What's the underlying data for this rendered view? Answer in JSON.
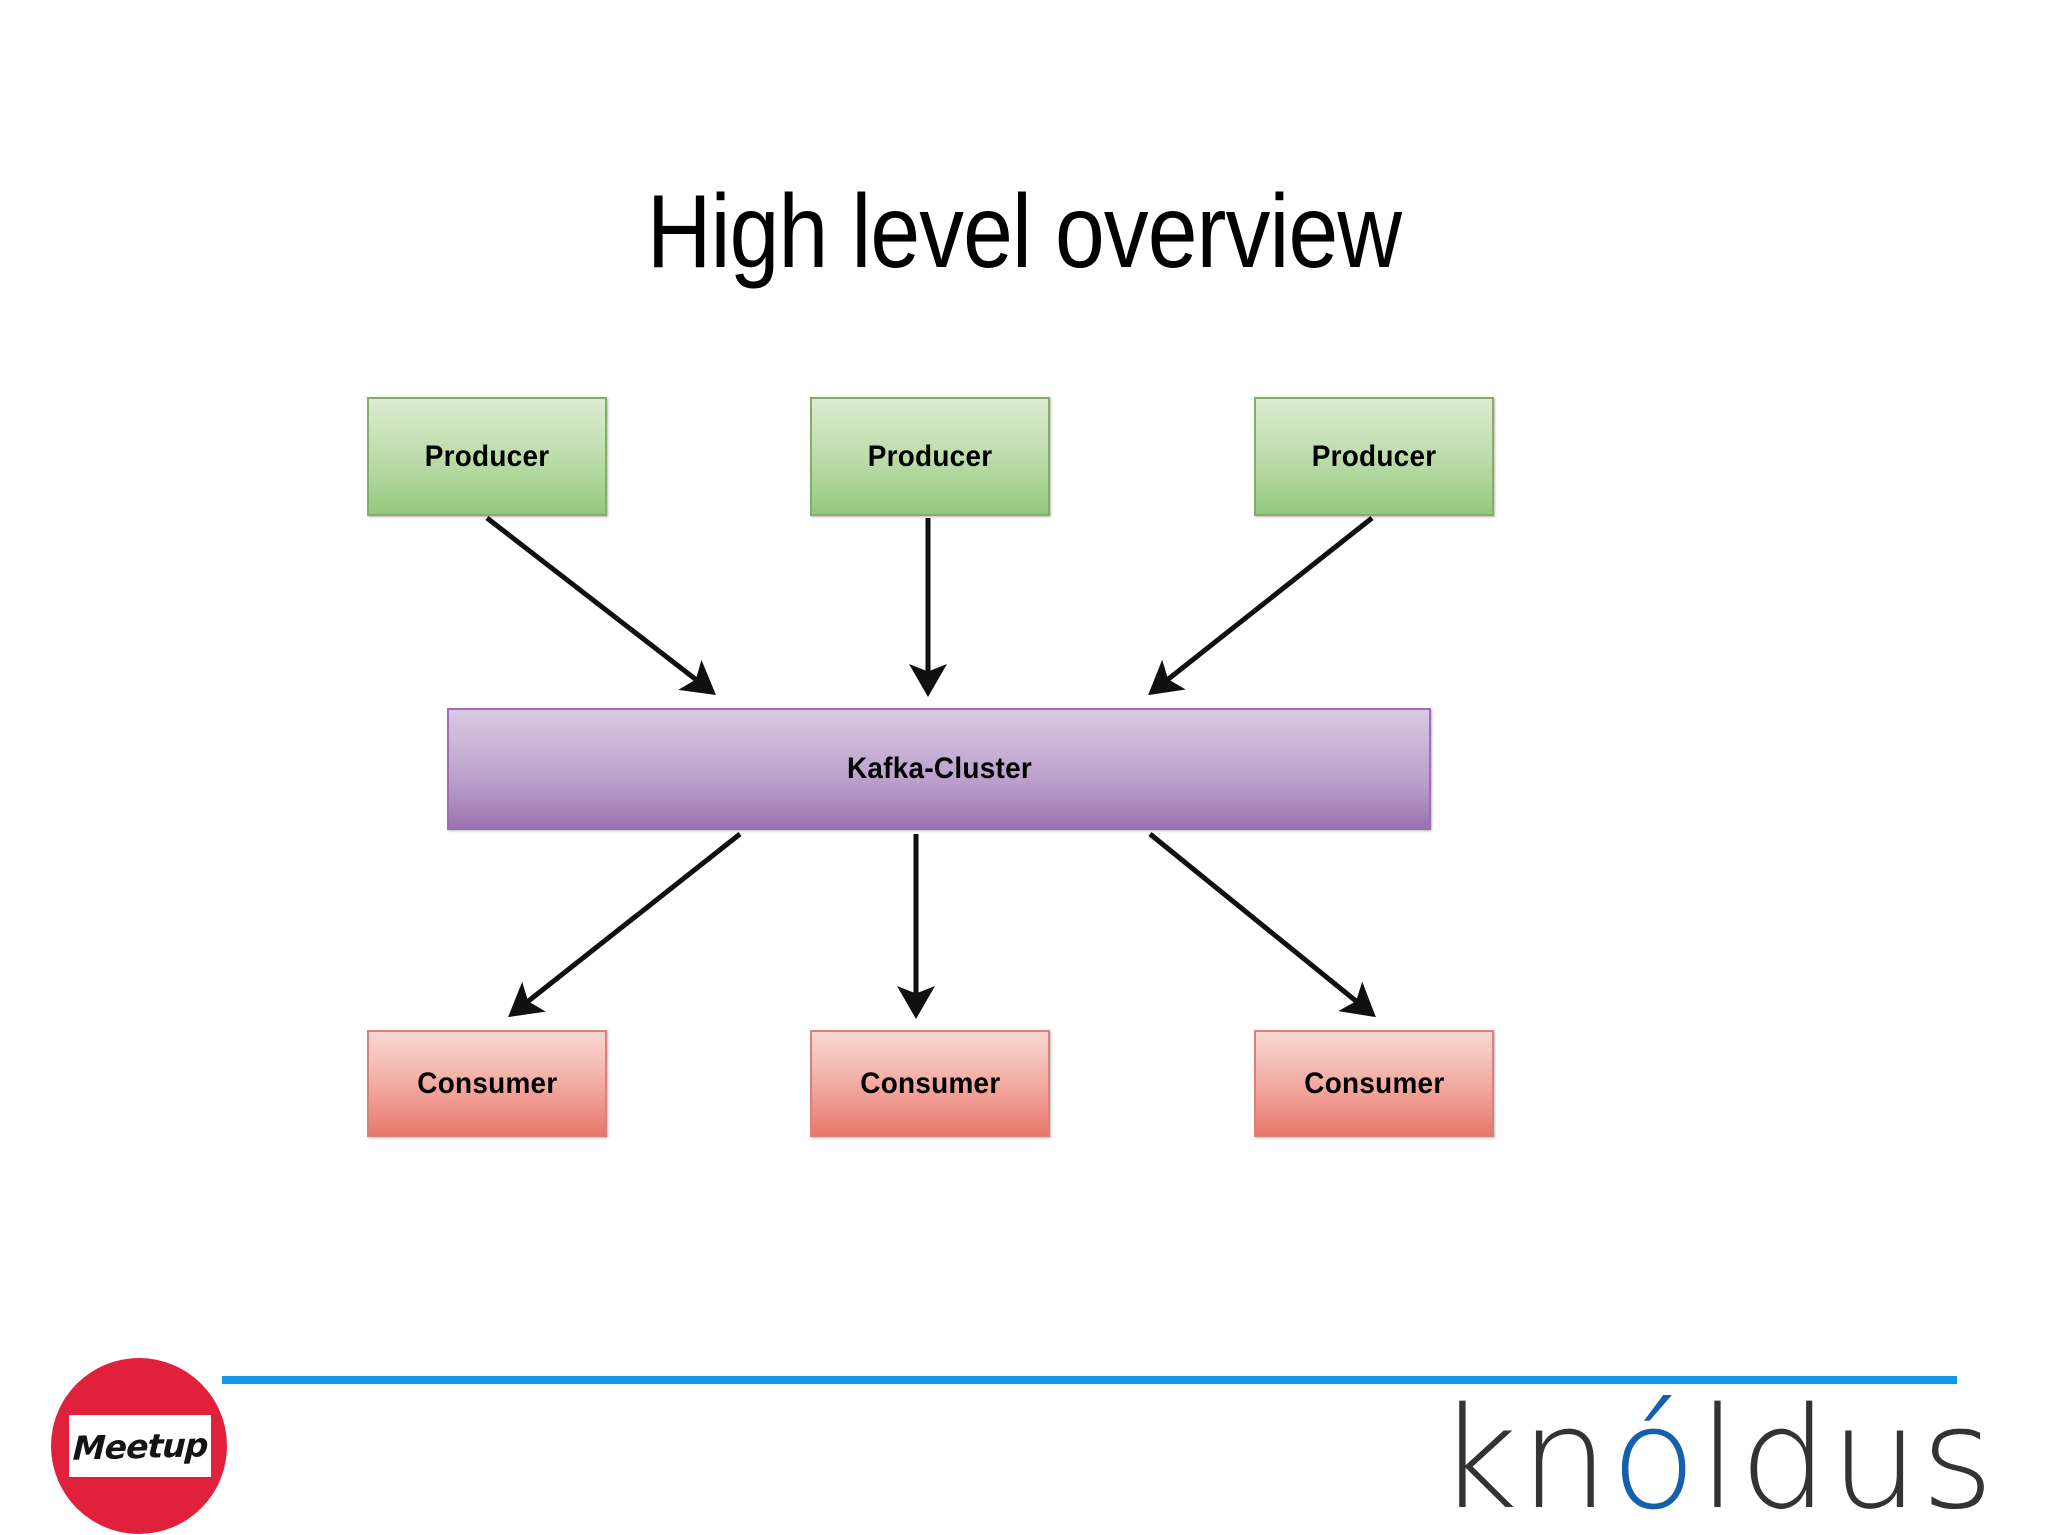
{
  "slide": {
    "title": "High level overview",
    "background_color": "#ffffff"
  },
  "diagram": {
    "type": "flow-diagram",
    "producers": [
      {
        "label": "Producer"
      },
      {
        "label": "Producer"
      },
      {
        "label": "Producer"
      }
    ],
    "cluster": {
      "label": "Kafka-Cluster"
    },
    "consumers": [
      {
        "label": "Consumer"
      },
      {
        "label": "Consumer"
      },
      {
        "label": "Consumer"
      }
    ],
    "colors": {
      "producer_top": "#dcecd2",
      "producer_bottom": "#93c97e",
      "producer_border": "#84ad68",
      "cluster_top": "#d8c9e2",
      "cluster_bottom": "#9a73b0",
      "cluster_border": "#9d6eb4",
      "consumer_top": "#f9d5cf",
      "consumer_bottom": "#e8776b",
      "consumer_border": "#d4847c",
      "arrow": "#101010"
    }
  },
  "footer": {
    "rule_color": "#139ae6",
    "meetup": {
      "wordmark": "Meetup",
      "circle_color": "#e1213c",
      "plate_color": "#ffffff"
    },
    "knoldus": {
      "part_1": "kn",
      "part_accent": "ó",
      "part_2": "ldus",
      "text_color": "#333333",
      "accent_color": "#1560ad"
    }
  }
}
